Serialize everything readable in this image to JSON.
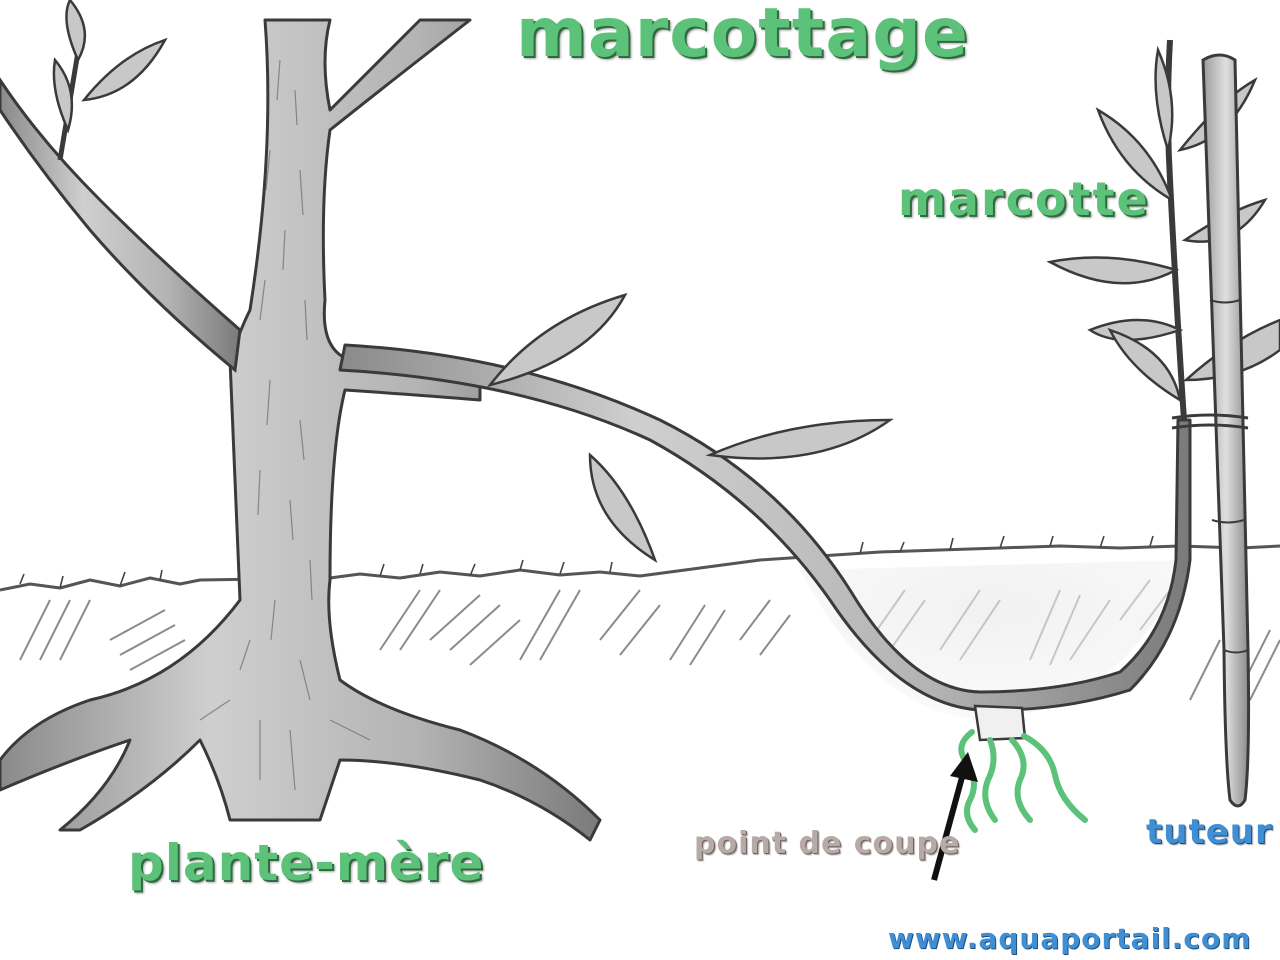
{
  "title": "marcottage",
  "labels": {
    "layer": "marcotte",
    "mother_plant": "plante-mère",
    "cut_point": "point de coupe",
    "stake": "tuteur"
  },
  "footer": {
    "url": "www.aquaportail.com"
  },
  "colors": {
    "label_green": "#5cc27a",
    "label_blue": "#3f8fd4",
    "label_grey": "#b8aaa6",
    "root_green": "#5cc27a",
    "pencil": "#555555"
  }
}
